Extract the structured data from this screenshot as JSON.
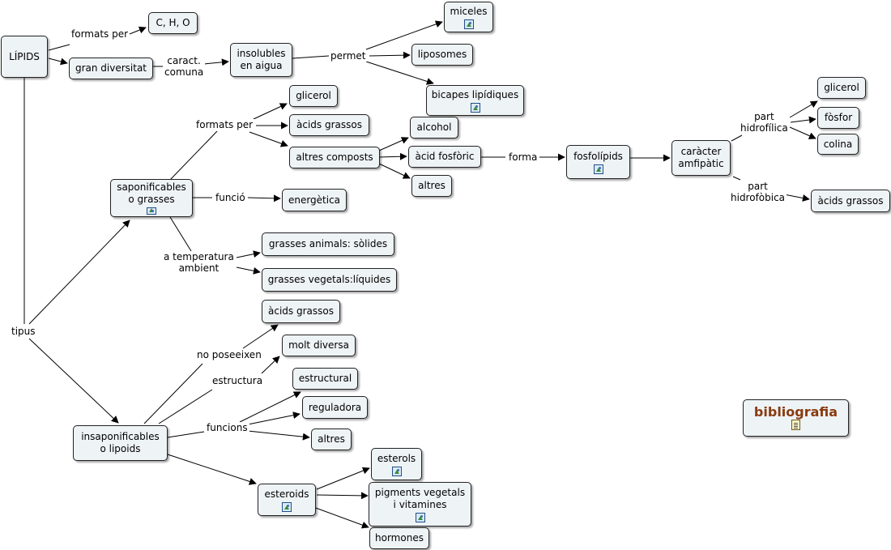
{
  "nodes": {
    "lipids": {
      "label": "LÍPIDS"
    },
    "cho": {
      "label": "C, H, O"
    },
    "gran_diversitat": {
      "label": "gran diversitat"
    },
    "insolubles": {
      "label": "insolubles\nen aigua"
    },
    "miceles": {
      "label": "miceles",
      "icon": "image-icon"
    },
    "liposomes": {
      "label": "liposomes"
    },
    "bicapes": {
      "label": "bicapes lipídiques",
      "icon": "image-icon"
    },
    "glicerol1": {
      "label": "glicerol"
    },
    "acids_grassos1": {
      "label": "àcids grassos"
    },
    "altres_composts": {
      "label": "altres composts"
    },
    "alcohol": {
      "label": "alcohol"
    },
    "acid_fosforic": {
      "label": "àcid fosfòric"
    },
    "altres1": {
      "label": "altres"
    },
    "fosfolipids": {
      "label": "fosfolípids",
      "icon": "image-icon"
    },
    "amfipatic": {
      "label": "caràcter\namfipàtic"
    },
    "glicerol2": {
      "label": "glicerol"
    },
    "fosfor": {
      "label": "fòsfor"
    },
    "colina": {
      "label": "colina"
    },
    "acids_grassos2": {
      "label": "àcids grassos"
    },
    "saponificables": {
      "label": "saponificables\no grasses",
      "icon": "image-icon"
    },
    "energetica": {
      "label": "energètica"
    },
    "grasses_animals": {
      "label": "grasses animals: sòlides"
    },
    "grasses_vegetals": {
      "label": "grasses vegetals:líquides"
    },
    "acids_grassos3": {
      "label": "àcids grassos"
    },
    "molt_diversa": {
      "label": "molt diversa"
    },
    "estructural": {
      "label": "estructural"
    },
    "reguladora": {
      "label": "reguladora"
    },
    "altres2": {
      "label": "altres"
    },
    "insaponificables": {
      "label": "insaponificables\no lipoids"
    },
    "esteroids": {
      "label": "esteroids",
      "icon": "image-icon"
    },
    "esterols": {
      "label": "esterols",
      "icon": "image-icon"
    },
    "pigments": {
      "label": "pigments vegetals\ni vitamines",
      "icon": "image-icon"
    },
    "hormones": {
      "label": "hormones"
    },
    "bibliografia": {
      "label": "bibliografia",
      "icon": "document-icon"
    }
  },
  "links": {
    "formats_per1": "formats per",
    "caract_comuna": "caract.\ncomuna",
    "permet": "permet",
    "formats_per2": "formats per",
    "forma": "forma",
    "part_hidrofilica": "part\nhidrofílica",
    "part_hidrofobica": "part\nhidrofòbica",
    "funcio": "funció",
    "temperatura": "a temperatura\nambient",
    "tipus": "tipus",
    "no_posseeixen": "no poseeixen",
    "estructura": "estructura",
    "funcions": "funcions"
  }
}
